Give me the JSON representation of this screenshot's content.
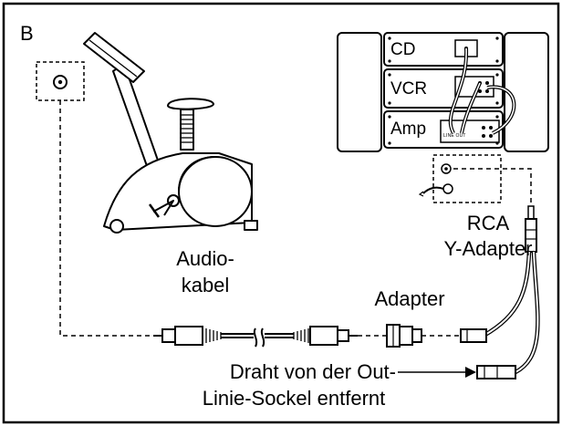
{
  "panel_label": "B",
  "stereo": {
    "cd_label": "CD",
    "vcr_label": "VCR",
    "amp_label": "Amp",
    "line_out_label": "LINE OUT"
  },
  "labels": {
    "rca_line1": "RCA",
    "rca_line2": "Y-Adapter",
    "audio_line1": "Audio-",
    "audio_line2": "kabel",
    "adapter": "Adapter",
    "wire_line1": "Draht von der Out-",
    "wire_line2": "Linie-Sockel entfernt"
  }
}
